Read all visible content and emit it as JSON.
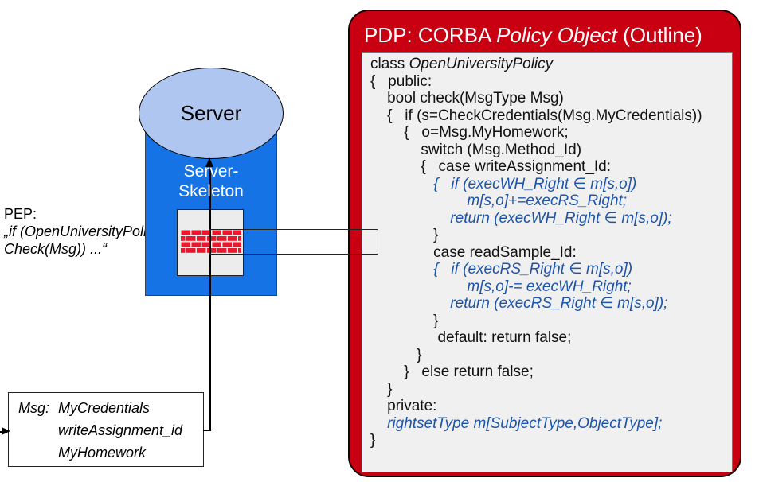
{
  "pep": {
    "line1": "PEP:",
    "line2": "„if (OpenUniversityPolicy.",
    "line3": "Check(Msg)) ...“"
  },
  "server": {
    "label": "Server",
    "skeleton_line1": "Server-",
    "skeleton_line2": "Skeleton"
  },
  "msg_box": {
    "prefix": "Msg:",
    "items": [
      "MyCredentials",
      "writeAssignment_id",
      "MyHomework"
    ]
  },
  "pdp": {
    "title_segments": [
      [
        "n",
        "PDP: CORBA "
      ],
      [
        "i",
        "Policy Object"
      ],
      [
        "n",
        " (Outline)"
      ]
    ],
    "code_lines": [
      [
        [
          "n",
          "class "
        ],
        [
          "i",
          "OpenUniversityPolicy"
        ]
      ],
      [
        [
          "n",
          "{   public:"
        ]
      ],
      [
        [
          "n",
          "    bool check(MsgType Msg)"
        ]
      ],
      [
        [
          "n",
          "    {   if (s=CheckCredentials(Msg.MyCredentials))"
        ]
      ],
      [
        [
          "n",
          "        {   o=Msg.MyHomework;"
        ]
      ],
      [
        [
          "n",
          "            switch (Msg.Method_Id)"
        ]
      ],
      [
        [
          "n",
          "            {   case writeAssignment_Id:"
        ]
      ],
      [
        [
          "n",
          "               "
        ],
        [
          "b",
          "{   if (execWH_Right ∈ m[s,o])"
        ]
      ],
      [
        [
          "b",
          "                       m[s,o]+=execRS_Right;"
        ]
      ],
      [
        [
          "b",
          "                   return (execWH_Right ∈ m[s,o]);"
        ]
      ],
      [
        [
          "n",
          "               }"
        ]
      ],
      [
        [
          "n",
          "               case readSample_Id:"
        ]
      ],
      [
        [
          "n",
          "               "
        ],
        [
          "b",
          "{   if (execRS_Right ∈ m[s,o])"
        ]
      ],
      [
        [
          "b",
          "                       m[s,o]-= execWH_Right;"
        ]
      ],
      [
        [
          "b",
          "                   return (execRS_Right ∈ m[s,o]);"
        ]
      ],
      [
        [
          "n",
          "               }"
        ]
      ],
      [
        [
          "n",
          "                default: return false;"
        ]
      ],
      [
        [
          "n",
          "           }"
        ]
      ],
      [
        [
          "n",
          "        }   else return false;"
        ]
      ],
      [
        [
          "n",
          "    }"
        ]
      ],
      [
        [
          "n",
          "    private:"
        ]
      ],
      [
        [
          "b",
          "    rightsetType m[SubjectType,ObjectType];"
        ]
      ],
      [
        [
          "n",
          "}"
        ]
      ]
    ]
  },
  "colors": {
    "pdp_red": "#C80011",
    "server_blue": "#1673E6",
    "ellipse_fill": "#AEC6F0",
    "code_blue": "#1D54A8",
    "brick_red": "#E8192C",
    "panel_gray": "#F0F0F0"
  }
}
